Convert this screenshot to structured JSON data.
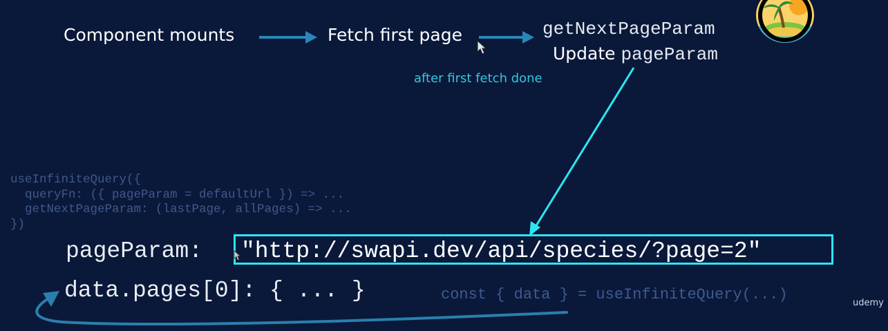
{
  "flow": {
    "step1": "Component mounts",
    "step2": "Fetch first page",
    "step3": "getNextPageParam",
    "update_label": "Update",
    "update_code": "pageParam",
    "note": "after first fetch done"
  },
  "code_block": {
    "line1": "useInfiniteQuery({",
    "line2": "  queryFn: ({ pageParam = defaultUrl }) => ...",
    "line3": "  getNextPageParam: (lastPage, allPages) => ...",
    "line4": "})"
  },
  "page_param": {
    "label": "pageParam:",
    "value": "\"http://swapi.dev/api/species/?page=2\""
  },
  "data_pages": {
    "label": "data.pages[0]: { ... }",
    "const_line": "const { data } = useInfiniteQuery(...)"
  },
  "watermark": "udemy",
  "colors": {
    "background": "#0a193a",
    "cyan": "#2ee6f2",
    "flow_arrow": "#2a87b8",
    "note": "#36c6dc",
    "code_dim": "#42588a"
  },
  "icons": [
    "avatar-palm-island-icon",
    "mouse-cursor-icon"
  ]
}
